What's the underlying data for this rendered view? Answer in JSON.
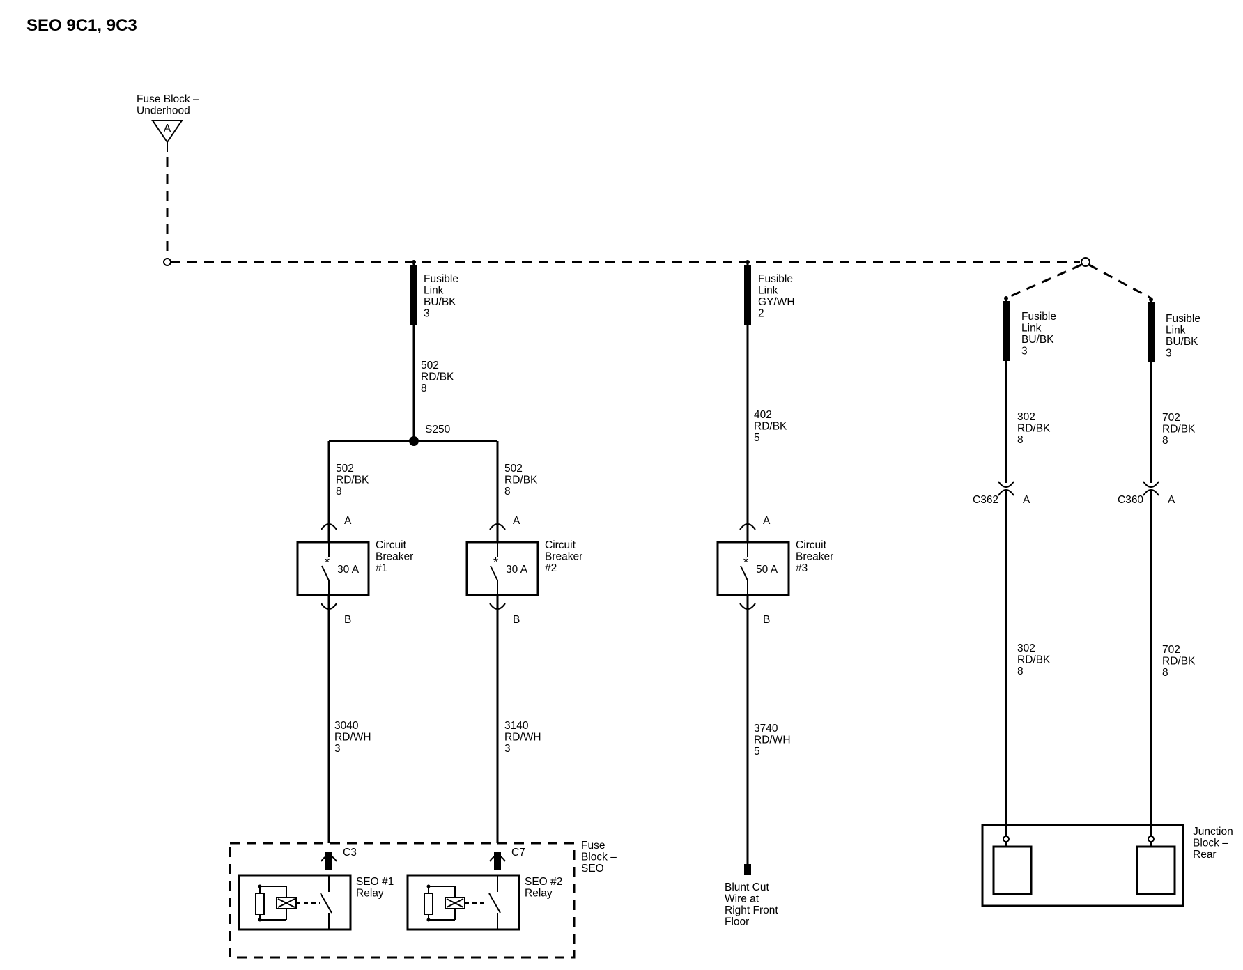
{
  "title": "SEO 9C1, 9C3",
  "source": {
    "name": "Fuse Block –\nUnderhood",
    "pin": "A"
  },
  "fusible_links": [
    {
      "label": "Fusible\nLink\nBU/BK\n3"
    },
    {
      "label": "Fusible\nLink\nGY/WH\n2"
    },
    {
      "label": "Fusible\nLink\nBU/BK\n3"
    },
    {
      "label": "Fusible\nLink\nBU/BK\n3"
    }
  ],
  "wires": [
    {
      "label": "502\nRD/BK\n8"
    },
    {
      "label": "502\nRD/BK\n8"
    },
    {
      "label": "502\nRD/BK\n8"
    },
    {
      "label": "3040\nRD/WH\n3"
    },
    {
      "label": "3140\nRD/WH\n3"
    },
    {
      "label": "402\nRD/BK\n5"
    },
    {
      "label": "3740\nRD/WH\n5"
    },
    {
      "label": "302\nRD/BK\n8"
    },
    {
      "label": "302\nRD/BK\n8"
    },
    {
      "label": "702\nRD/BK\n8"
    },
    {
      "label": "702\nRD/BK\n8"
    }
  ],
  "splice": "S250",
  "breakers": [
    {
      "label": "Circuit\nBreaker\n#1",
      "rating": "30 A",
      "pin_in": "A",
      "pin_out": "B"
    },
    {
      "label": "Circuit\nBreaker\n#2",
      "rating": "30 A",
      "pin_in": "A",
      "pin_out": "B"
    },
    {
      "label": "Circuit\nBreaker\n#3",
      "rating": "50 A",
      "pin_in": "A",
      "pin_out": "B"
    }
  ],
  "connectors": [
    {
      "name": "C362",
      "pin": "A"
    },
    {
      "name": "C360",
      "pin": "A"
    }
  ],
  "relays": [
    {
      "label": "SEO #1\nRelay",
      "connector": "C3"
    },
    {
      "label": "SEO #2\nRelay",
      "connector": "C7"
    }
  ],
  "fuse_block_seo": "Fuse\nBlock –\nSEO",
  "blunt_cut": "Blunt Cut\nWire at\nRight Front\nFloor",
  "junction_block": "Junction\nBlock –\nRear"
}
